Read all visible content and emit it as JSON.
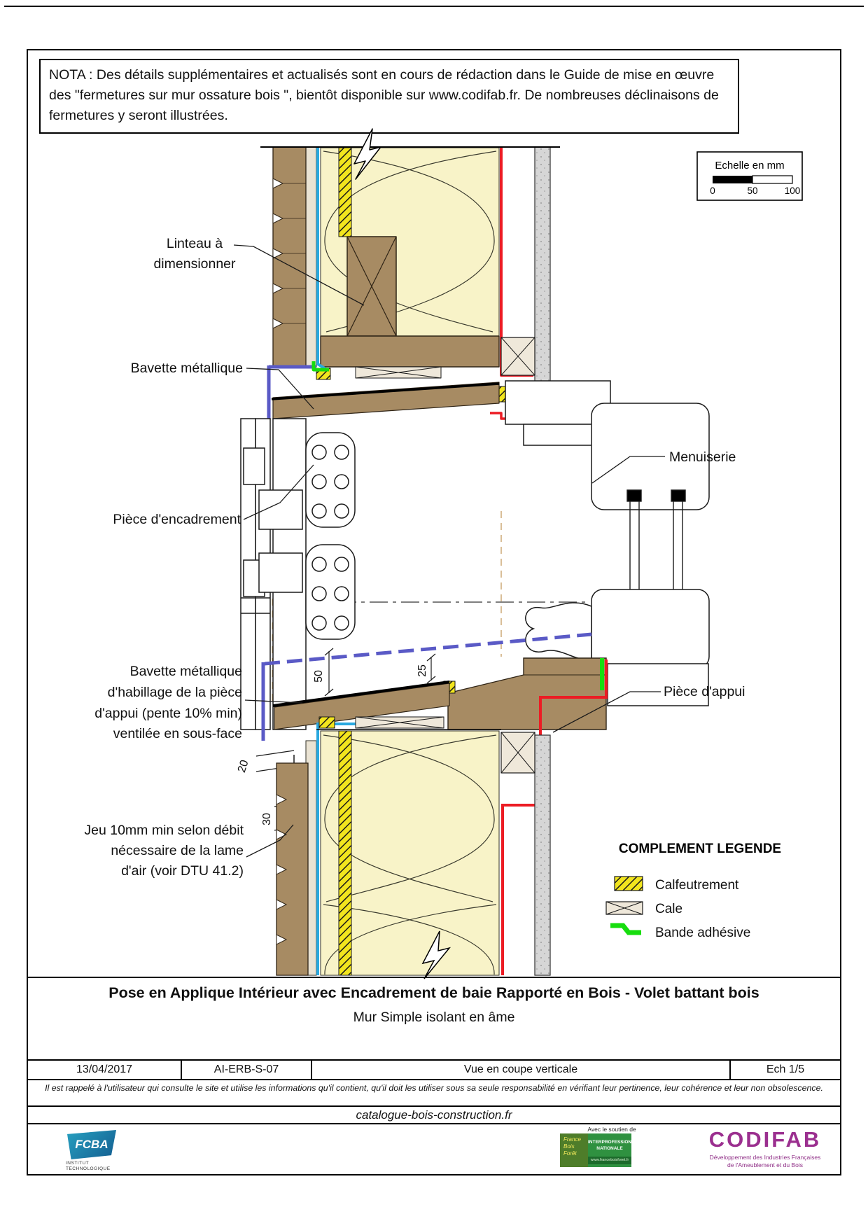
{
  "nota": "NOTA :  Des détails supplémentaires et actualisés sont en cours de rédaction dans le Guide de mise en œuvre des \"fermetures sur mur ossature bois \", bientôt disponible sur www.codifab.fr. De nombreuses déclinaisons de fermetures y seront illustrées.",
  "scale_box": {
    "title": "Echelle en mm",
    "tick0": "0",
    "tick50": "50",
    "tick100": "100"
  },
  "labels": {
    "linteau_1": "Linteau à",
    "linteau_2": "dimensionner",
    "bavette": "Bavette métallique",
    "menuiserie": "Menuiserie",
    "encadrement": "Pièce d'encadrement",
    "bavette_hab_1": "Bavette métallique",
    "bavette_hab_2": "d'habillage de la pièce",
    "bavette_hab_3": "d'appui (pente 10% min)",
    "bavette_hab_4": "ventilée en sous-face",
    "appui": "Pièce d'appui",
    "jeu_1": "Jeu 10mm min selon débit",
    "jeu_2": "nécessaire de la lame",
    "jeu_3": "d'air (voir DTU 41.2)"
  },
  "dims": {
    "d50": "50",
    "d25": "25",
    "d20": "20",
    "d30": "30"
  },
  "legend": {
    "title": "COMPLEMENT LEGENDE",
    "item_calfeutrement": "Calfeutrement",
    "item_cale": "Cale",
    "item_bande": "Bande adhésive"
  },
  "title_block": {
    "title": "Pose en Applique Intérieur avec Encadrement de baie Rapporté en Bois - Volet battant bois",
    "subtitle": "Mur Simple isolant en âme"
  },
  "footer": {
    "date": "13/04/2017",
    "ref": "AI-ERB-S-07",
    "view": "Vue en coupe verticale",
    "scale": "Ech 1/5",
    "disclaimer": "Il est rappelé à l'utilisateur qui consulte le site et utilise les informations qu'il contient, qu'il doit les utiliser sous sa seule responsabilité en vérifiant leur pertinence, leur cohérence et leur non obsolescence.",
    "site": "catalogue-bois-construction.fr"
  },
  "logos": {
    "fcba": "FCBA",
    "fcba_sub1": "INSTITUT",
    "fcba_sub2": "TECHNOLOGIQUE",
    "soutien": "Avec le soutien de",
    "fbf_1": "France",
    "fbf_2": "Bois",
    "fbf_3": "Forêt",
    "fbf_right_1": "INTERPROFESSION",
    "fbf_right_2": "NATIONALE",
    "fbf_url": "www.franceboisforet.fr",
    "codifab": "CODIFAB",
    "codifab_sub1": "Développement des Industries Françaises",
    "codifab_sub2": "de l'Ameublement et du Bois"
  },
  "colors": {
    "wood": "#A78B63",
    "insulation": "#F8F3C8",
    "plasterboard": "#D6D6D6",
    "membrane_red": "#EC1C24",
    "membrane_cyan": "#29A8DF",
    "adhesive_green": "#17DD0E",
    "bavette_navy": "#5A5AC6",
    "calfeutrement_yellow": "#F2E51E",
    "codifab_purple": "#9B2F8F"
  }
}
